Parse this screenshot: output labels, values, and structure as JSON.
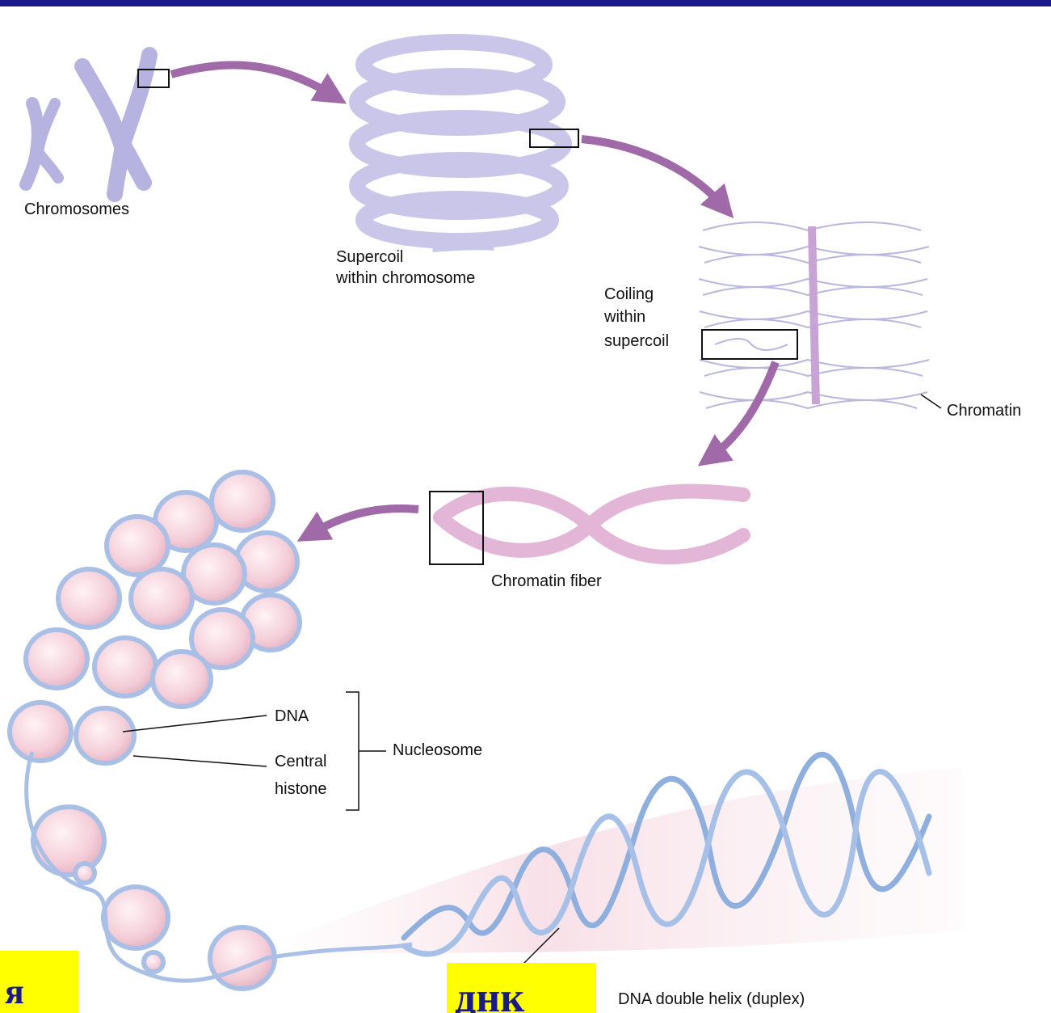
{
  "labels": {
    "chromosomes": "Chromosomes",
    "supercoil_line1": "Supercoil",
    "supercoil_line2": "within chromosome",
    "coiling_line1": "Coiling",
    "coiling_line2": "within",
    "coiling_line3": "supercoil",
    "chromatin": "Chromatin",
    "chromatin_fiber": "Chromatin fiber",
    "dna": "DNA",
    "central_histone_line1": "Central",
    "central_histone_line2": "histone",
    "nucleosome": "Nucleosome",
    "dna_double_helix": "DNA double helix (duplex)"
  },
  "stickers": {
    "left": "я",
    "right": "днк"
  },
  "colors": {
    "top_bar": "#1a1a8c",
    "arrow": "#a06aa8",
    "chromosome": "#c9c6ea",
    "chromatin_fiber": "#e3b6d8",
    "nucleosome_bead": "#f6d2dc",
    "nucleosome_wrap": "#a9bfe6",
    "helix_strand": "#8fb0df",
    "sticker_bg": "#ffff00",
    "sticker_text": "#1a1a8c"
  }
}
